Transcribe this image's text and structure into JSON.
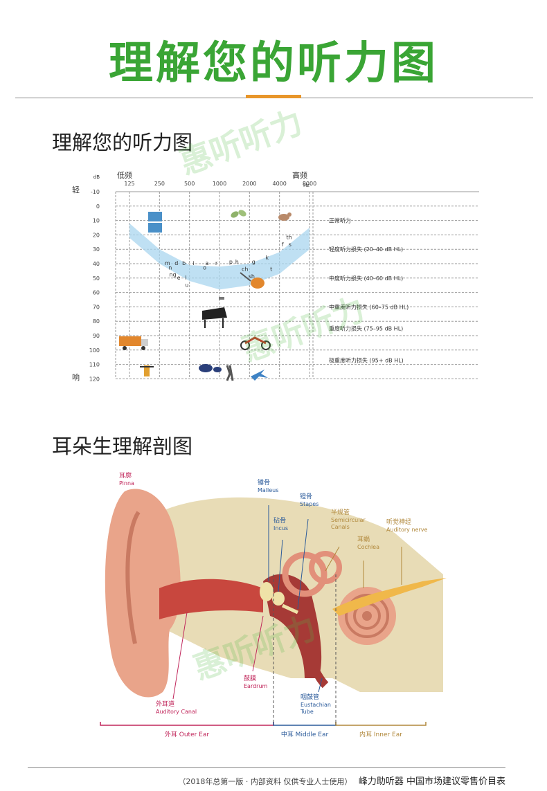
{
  "header": {
    "title": "理解您的听力图"
  },
  "audiogram": {
    "heading": "理解您的听力图",
    "db_unit": "dB",
    "low_label": "低频",
    "high_label": "高频",
    "hz_unit": "Hz",
    "soft_label": "轻",
    "loud_label": "响",
    "freqs": [
      "125",
      "250",
      "500",
      "1000",
      "2000",
      "4000",
      "8000"
    ],
    "levels": [
      "-10",
      "0",
      "10",
      "20",
      "30",
      "40",
      "50",
      "60",
      "70",
      "80",
      "90",
      "100",
      "110",
      "120"
    ],
    "categories": [
      {
        "label": "正常听力",
        "db": 10
      },
      {
        "label": "轻度听力损失 (20–40 dB HL)",
        "db": 30
      },
      {
        "label": "中度听力损失 (40–60 dB HL)",
        "db": 50
      },
      {
        "label": "中重度听力损失 (60–75 dB HL)",
        "db": 70
      },
      {
        "label": "重度听力损失 (75–95 dB HL)",
        "db": 85
      },
      {
        "label": "极重度听力损失 (95+ dB HL)",
        "db": 107
      }
    ],
    "phonemes": [
      {
        "t": "m",
        "f": 300,
        "db": 41
      },
      {
        "t": "d",
        "f": 370,
        "db": 41
      },
      {
        "t": "b",
        "f": 440,
        "db": 41
      },
      {
        "t": "i",
        "f": 550,
        "db": 41
      },
      {
        "t": "a",
        "f": 750,
        "db": 41
      },
      {
        "t": "r",
        "f": 930,
        "db": 41
      },
      {
        "t": "p",
        "f": 1300,
        "db": 40
      },
      {
        "t": "h",
        "f": 1500,
        "db": 40
      },
      {
        "t": "g",
        "f": 2200,
        "db": 40
      },
      {
        "t": "n",
        "f": 320,
        "db": 44
      },
      {
        "t": "o",
        "f": 710,
        "db": 44
      },
      {
        "t": "ch",
        "f": 1800,
        "db": 45
      },
      {
        "t": "t",
        "f": 3300,
        "db": 45
      },
      {
        "t": "ng",
        "f": 340,
        "db": 49
      },
      {
        "t": "sh",
        "f": 2100,
        "db": 50
      },
      {
        "t": "e",
        "f": 390,
        "db": 51
      },
      {
        "t": "l",
        "f": 460,
        "db": 51
      },
      {
        "t": "u",
        "f": 470,
        "db": 56
      },
      {
        "t": "k",
        "f": 3000,
        "db": 37
      },
      {
        "t": "th",
        "f": 5000,
        "db": 23
      },
      {
        "t": "f",
        "f": 4300,
        "db": 28
      },
      {
        "t": "s",
        "f": 5100,
        "db": 28
      }
    ]
  },
  "anatomy": {
    "heading": "耳朵生理解剖图",
    "labels": [
      {
        "cn": "耳廓",
        "en": "Pinna"
      },
      {
        "cn": "锤骨",
        "en": "Malleus"
      },
      {
        "cn": "镫骨",
        "en": "Stapes"
      },
      {
        "cn": "砧骨",
        "en": "Incus"
      },
      {
        "cn": "半规管",
        "en": "Semicircular",
        "en2": "Canals"
      },
      {
        "cn": "听觉神经",
        "en": "Auditory nerve"
      },
      {
        "cn": "耳蜗",
        "en": "Cochlea"
      },
      {
        "cn": "鼓膜",
        "en": "Eardrum"
      },
      {
        "cn": "咽鼓管",
        "en": "Eustachian",
        "en2": "Tube"
      },
      {
        "cn": "外耳道",
        "en": "Auditory Canal"
      }
    ],
    "sections": [
      {
        "cn": "外耳",
        "en": "Outer Ear"
      },
      {
        "cn": "中耳",
        "en": "Middle Ear"
      },
      {
        "cn": "内耳",
        "en": "Inner Ear"
      }
    ]
  },
  "footer": {
    "note": "（2018年总第一版 · 内部资料 仅供专业人士使用）",
    "title": "峰力助听器 中国市场建议零售价目表"
  },
  "watermark": {
    "text": "惠听听力"
  },
  "colors": {
    "title_green": "#3aa535",
    "accent_orange": "#e8962a",
    "band_blue": "#a9d6ef"
  }
}
